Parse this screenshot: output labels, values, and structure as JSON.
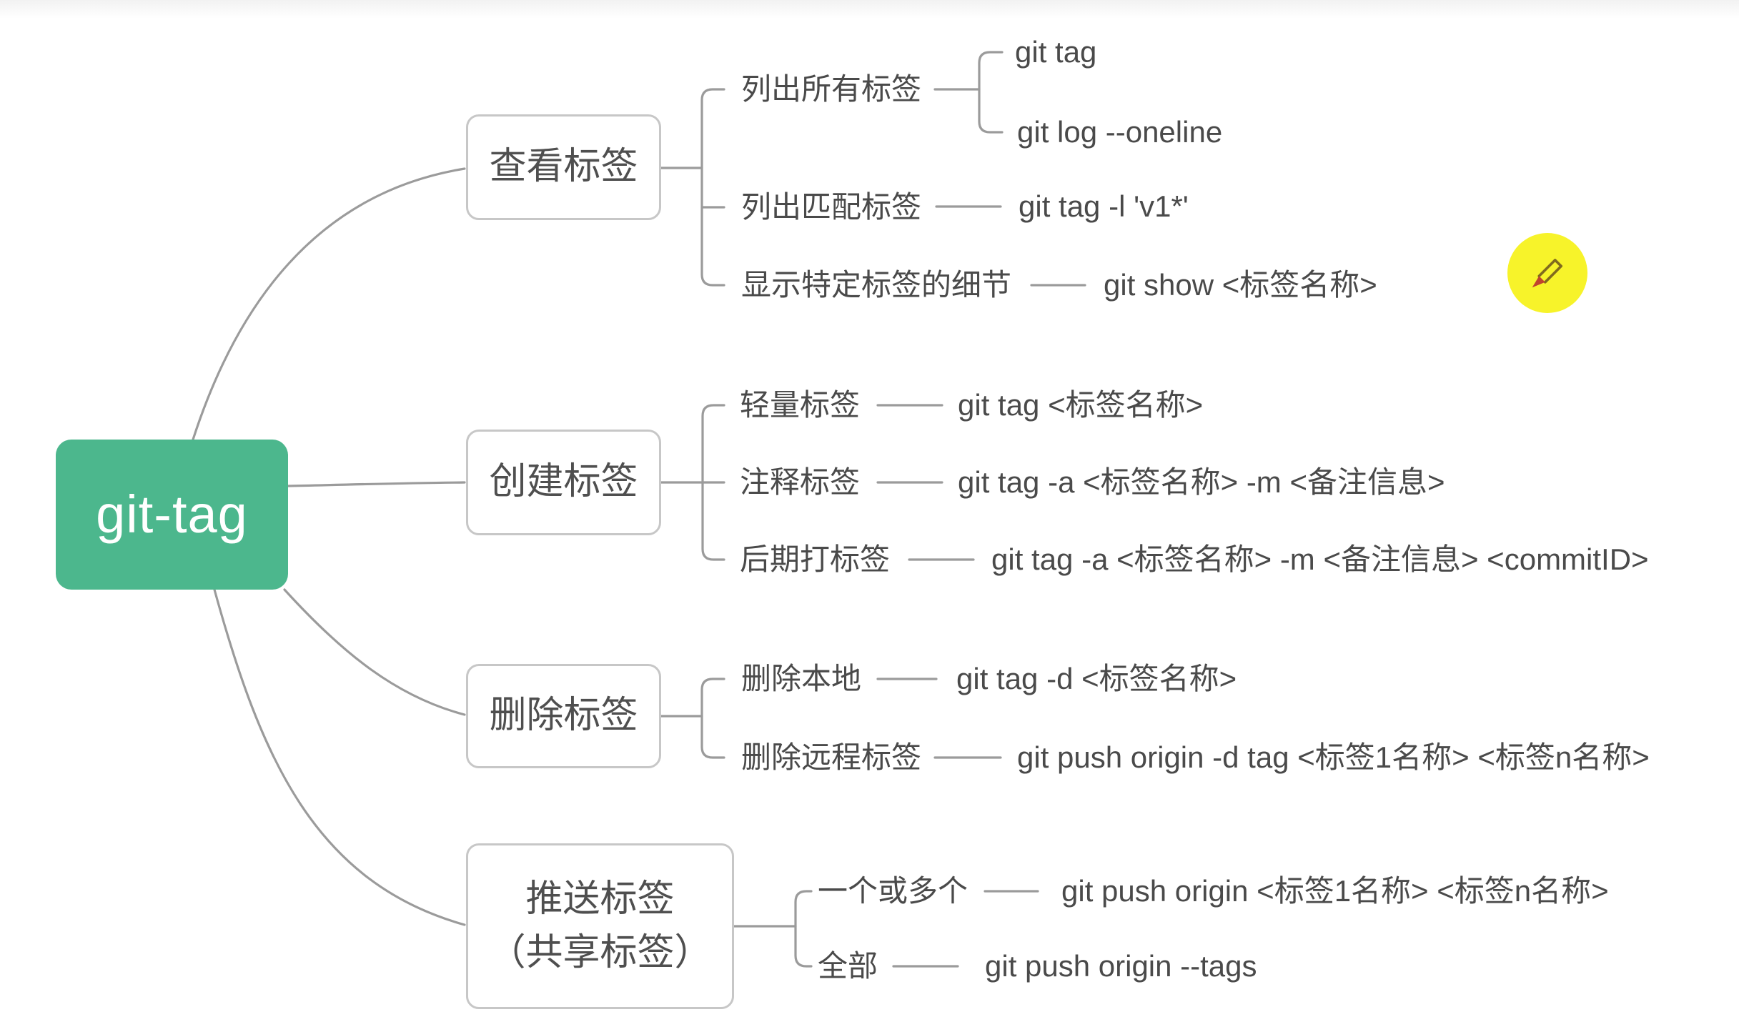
{
  "root": {
    "label": "git-tag"
  },
  "branches": [
    {
      "label": "查看标签",
      "children": [
        {
          "label": "列出所有标签",
          "commands": [
            "git tag",
            "git log --oneline"
          ]
        },
        {
          "label": "列出匹配标签",
          "commands": [
            "git tag -l 'v1*'"
          ]
        },
        {
          "label": "显示特定标签的细节",
          "commands": [
            "git show <标签名称>"
          ]
        }
      ]
    },
    {
      "label": "创建标签",
      "children": [
        {
          "label": "轻量标签",
          "commands": [
            "git tag <标签名称>"
          ]
        },
        {
          "label": "注释标签",
          "commands": [
            "git tag -a <标签名称> -m <备注信息>"
          ]
        },
        {
          "label": "后期打标签",
          "commands": [
            "git tag -a <标签名称> -m <备注信息> <commitID>"
          ]
        }
      ]
    },
    {
      "label": "删除标签",
      "children": [
        {
          "label": "删除本地",
          "commands": [
            "git tag -d <标签名称>"
          ]
        },
        {
          "label": "删除远程标签",
          "commands": [
            "git push origin -d tag <标签1名称> <标签n名称>"
          ]
        }
      ]
    },
    {
      "label": "推送标签",
      "label2": "（共享标签）",
      "children": [
        {
          "label": "一个或多个",
          "commands": [
            "git push origin <标签1名称> <标签n名称>"
          ]
        },
        {
          "label": "全部",
          "commands": [
            "git push origin --tags"
          ]
        }
      ]
    }
  ],
  "cursor": {
    "icon": "pencil-icon"
  },
  "colors": {
    "root_fill": "#4cb78d",
    "node_border": "#c7c7c7",
    "line": "#9b9b9b",
    "text": "#4a4a4a",
    "cursor_circle": "#f7f32a",
    "pencil_body": "#806a1e",
    "pencil_tip": "#c0432e"
  }
}
